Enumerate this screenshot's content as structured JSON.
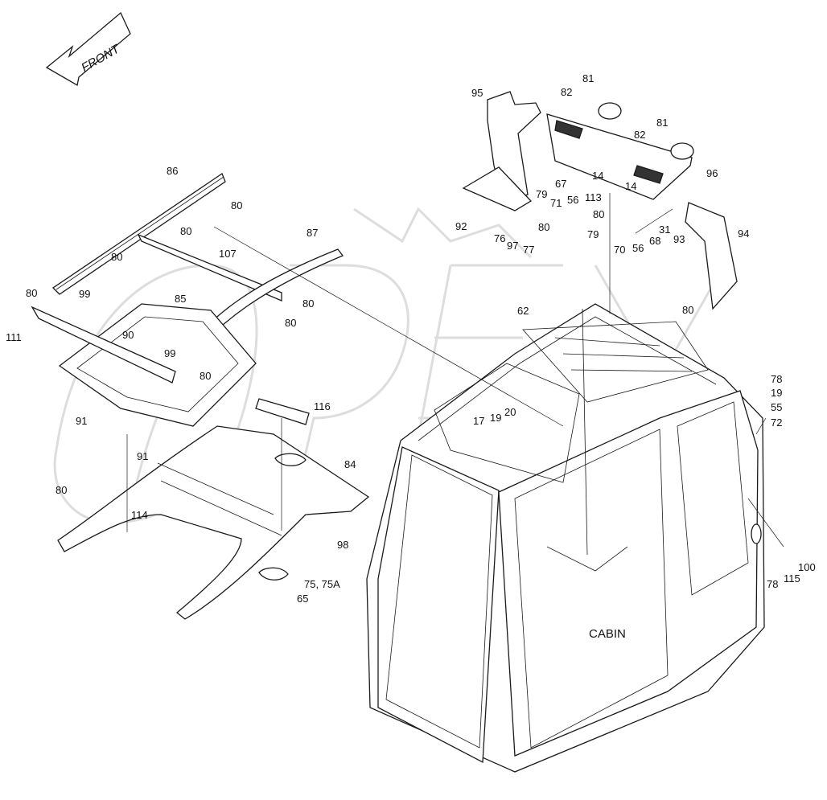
{
  "diagram": {
    "front_label": "FRONT",
    "cabin_label": "CABIN",
    "watermark_text": "OPEX",
    "callouts": [
      {
        "id": "c-86",
        "text": "86"
      },
      {
        "id": "c-80a",
        "text": "80"
      },
      {
        "id": "c-80b",
        "text": "80"
      },
      {
        "id": "c-80c",
        "text": "80"
      },
      {
        "id": "c-107",
        "text": "107"
      },
      {
        "id": "c-87",
        "text": "87"
      },
      {
        "id": "c-80d",
        "text": "80"
      },
      {
        "id": "c-99a",
        "text": "99"
      },
      {
        "id": "c-80e",
        "text": "80"
      },
      {
        "id": "c-80f",
        "text": "80"
      },
      {
        "id": "c-85",
        "text": "85"
      },
      {
        "id": "c-90",
        "text": "90"
      },
      {
        "id": "c-111",
        "text": "111"
      },
      {
        "id": "c-99b",
        "text": "99"
      },
      {
        "id": "c-80g",
        "text": "80"
      },
      {
        "id": "c-91a",
        "text": "91"
      },
      {
        "id": "c-91b",
        "text": "91"
      },
      {
        "id": "c-116",
        "text": "116"
      },
      {
        "id": "c-84",
        "text": "84"
      },
      {
        "id": "c-80h",
        "text": "80"
      },
      {
        "id": "c-114",
        "text": "114"
      },
      {
        "id": "c-98",
        "text": "98"
      },
      {
        "id": "c-75",
        "text": "75, 75A"
      },
      {
        "id": "c-65",
        "text": "65"
      },
      {
        "id": "c-95",
        "text": "95"
      },
      {
        "id": "c-81a",
        "text": "81"
      },
      {
        "id": "c-82a",
        "text": "82"
      },
      {
        "id": "c-81b",
        "text": "81"
      },
      {
        "id": "c-82b",
        "text": "82"
      },
      {
        "id": "c-96",
        "text": "96"
      },
      {
        "id": "c-14a",
        "text": "14"
      },
      {
        "id": "c-67",
        "text": "67"
      },
      {
        "id": "c-79a",
        "text": "79"
      },
      {
        "id": "c-71",
        "text": "71"
      },
      {
        "id": "c-56a",
        "text": "56"
      },
      {
        "id": "c-113",
        "text": "113"
      },
      {
        "id": "c-14b",
        "text": "14"
      },
      {
        "id": "c-92",
        "text": "92"
      },
      {
        "id": "c-80i",
        "text": "80"
      },
      {
        "id": "c-80j",
        "text": "80"
      },
      {
        "id": "c-76",
        "text": "76"
      },
      {
        "id": "c-97",
        "text": "97"
      },
      {
        "id": "c-77",
        "text": "77"
      },
      {
        "id": "c-79b",
        "text": "79"
      },
      {
        "id": "c-70",
        "text": "70"
      },
      {
        "id": "c-56b",
        "text": "56"
      },
      {
        "id": "c-68",
        "text": "68"
      },
      {
        "id": "c-31",
        "text": "31"
      },
      {
        "id": "c-93",
        "text": "93"
      },
      {
        "id": "c-94",
        "text": "94"
      },
      {
        "id": "c-80k",
        "text": "80"
      },
      {
        "id": "c-62",
        "text": "62"
      },
      {
        "id": "c-17",
        "text": "17"
      },
      {
        "id": "c-19a",
        "text": "19"
      },
      {
        "id": "c-20",
        "text": "20"
      },
      {
        "id": "c-78a",
        "text": "78"
      },
      {
        "id": "c-19b",
        "text": "19"
      },
      {
        "id": "c-55",
        "text": "55"
      },
      {
        "id": "c-72",
        "text": "72"
      },
      {
        "id": "c-100",
        "text": "100"
      },
      {
        "id": "c-115",
        "text": "115"
      },
      {
        "id": "c-78b",
        "text": "78"
      }
    ]
  }
}
